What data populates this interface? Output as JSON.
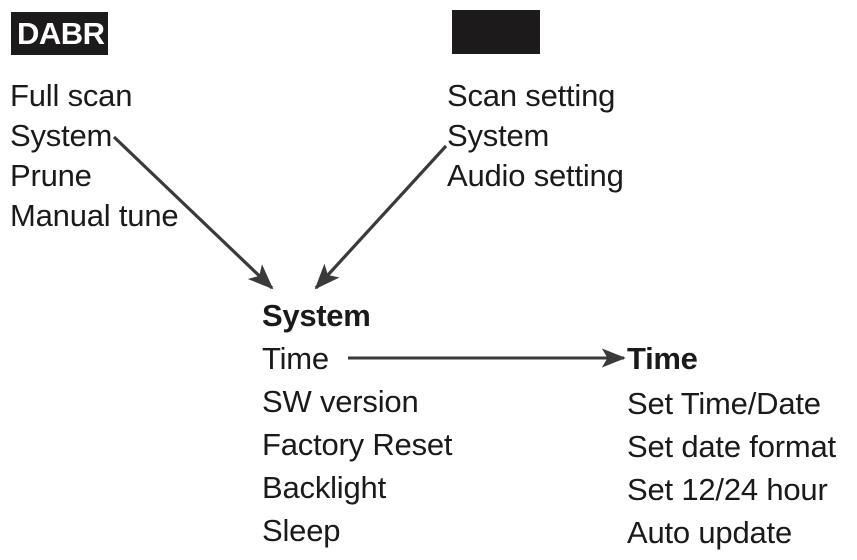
{
  "diagram": {
    "type": "menu-navigation-flow",
    "background_color": "#ffffff",
    "text_color": "#1a1a1a",
    "chip_color": "#1c1a1a",
    "chip_text_color": "#ffffff"
  },
  "chips": {
    "dab": {
      "label": "DABR",
      "note_clipped": "text clipped by box edge"
    },
    "blank": {
      "label": ""
    }
  },
  "columns": {
    "dab_menu": {
      "items": [
        {
          "label": "Full scan"
        },
        {
          "label": "System"
        },
        {
          "label": "Prune"
        },
        {
          "label": "Manual tune"
        }
      ]
    },
    "main_menu": {
      "items": [
        {
          "label": "Scan setting"
        },
        {
          "label": "System"
        },
        {
          "label": "Audio setting"
        }
      ]
    },
    "system_menu": {
      "title": "System",
      "items": [
        {
          "label": "Time"
        },
        {
          "label": "SW version"
        },
        {
          "label": "Factory Reset"
        },
        {
          "label": "Backlight"
        },
        {
          "label": "Sleep"
        }
      ]
    },
    "time_menu": {
      "title": "Time",
      "items": [
        {
          "label": "Set Time/Date"
        },
        {
          "label": "Set date format"
        },
        {
          "label": "Set 12/24 hour"
        },
        {
          "label": "Auto update"
        }
      ]
    }
  },
  "connectors": [
    {
      "name": "dab-system-to-system",
      "from": "DAB menu – System",
      "to": "System menu",
      "direction": "down-right"
    },
    {
      "name": "main-system-to-system",
      "from": "Main menu – System",
      "to": "System menu",
      "direction": "down-left"
    },
    {
      "name": "time-to-time",
      "from": "System menu – Time",
      "to": "Time menu",
      "direction": "right"
    }
  ]
}
